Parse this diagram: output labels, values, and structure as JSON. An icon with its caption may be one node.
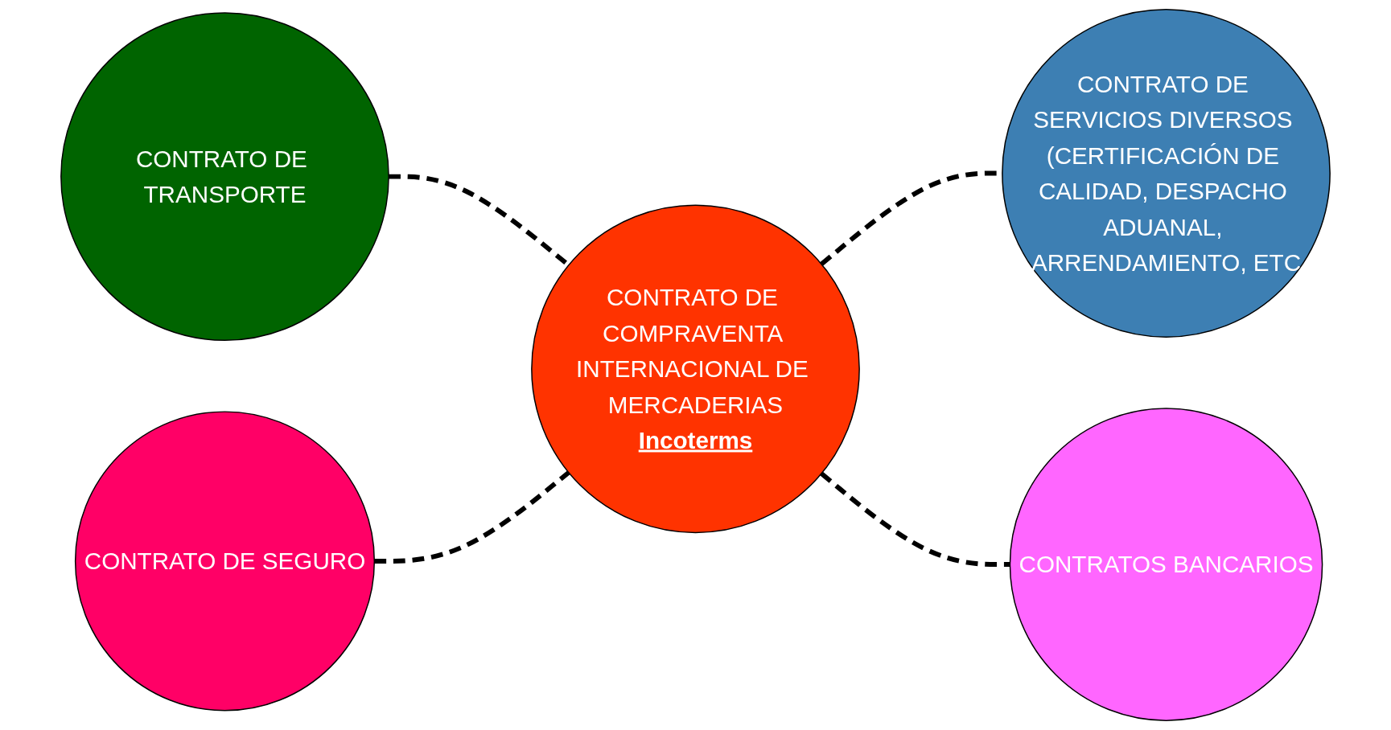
{
  "diagram": {
    "nodes": [
      {
        "text": [
          "CONTRATO DE TRANSPORTE"
        ]
      },
      {
        "text": [
          "CONTRATO DE SERVICIOS DIVERSOS (CERTIFICACIÓN DE CALIDAD, DESPACHO ADUANAL, ARRENDAMIENTO, ETC"
        ]
      },
      {
        "text": [
          "CONTRATO DE COMPRAVENTA INTERNACIONAL DE MERCADERIAS",
          "Incoterms"
        ]
      },
      {
        "text": [
          "CONTRATO DE SEGURO"
        ]
      },
      {
        "text": [
          "CONTRATOS BANCARIOS"
        ]
      }
    ],
    "edges": [
      {
        "from": 0,
        "to": 2,
        "arrow": "none",
        "style": "dashed"
      },
      {
        "from": 2,
        "to": 1,
        "arrow": "none",
        "style": "dashed"
      },
      {
        "from": 3,
        "to": 2,
        "arrow": "none",
        "style": "dashed"
      },
      {
        "from": 2,
        "to": 4,
        "arrow": "none",
        "style": "dashed"
      }
    ]
  }
}
